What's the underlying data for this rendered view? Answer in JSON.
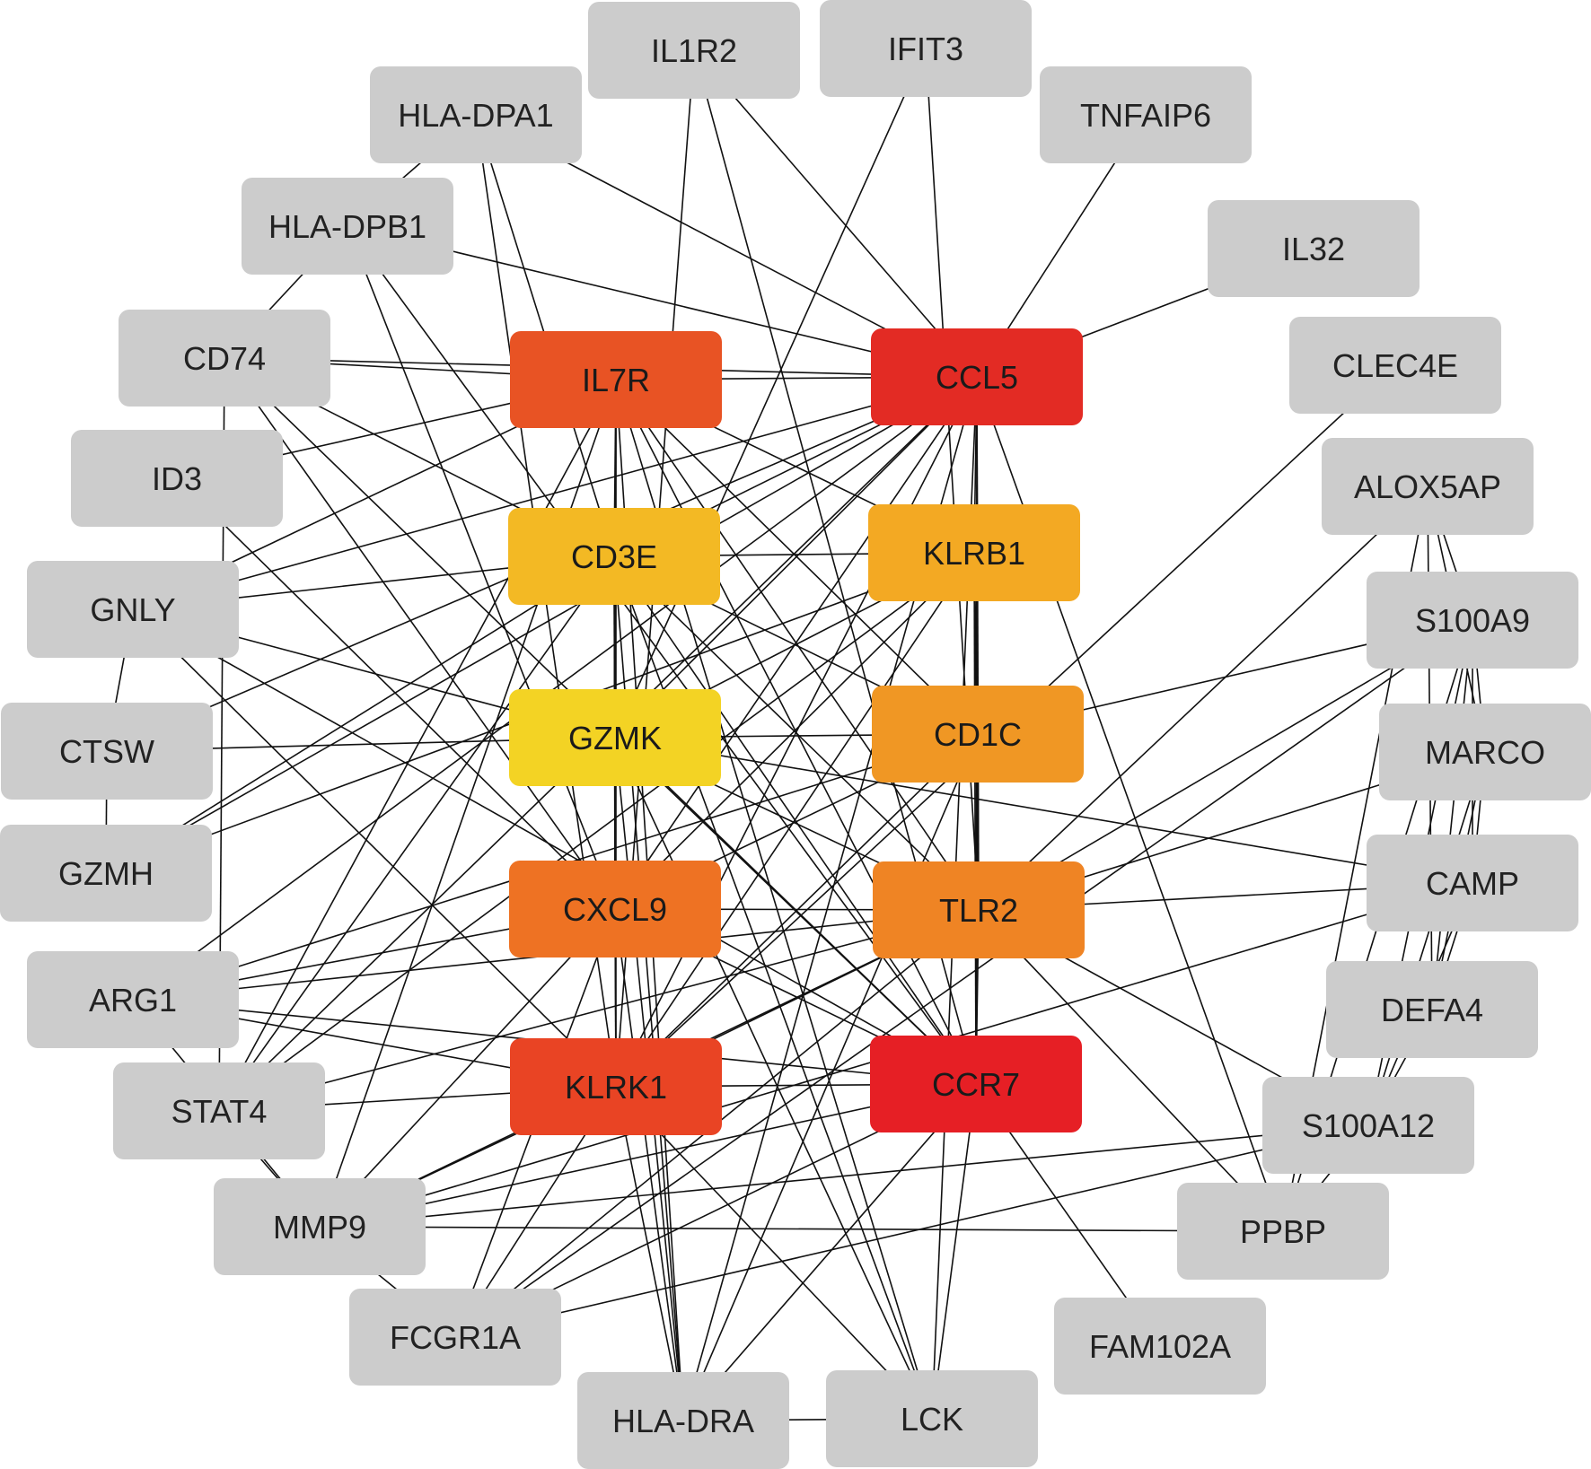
{
  "diagram": {
    "hub_nodes": [
      {
        "id": "IL7R",
        "label": "IL7R",
        "color": "#e85324"
      },
      {
        "id": "CCL5",
        "label": "CCL5",
        "color": "#e32b24"
      },
      {
        "id": "CD3E",
        "label": "CD3E",
        "color": "#f3b924"
      },
      {
        "id": "KLRB1",
        "label": "KLRB1",
        "color": "#f3a923"
      },
      {
        "id": "GZMK",
        "label": "GZMK",
        "color": "#f3d324"
      },
      {
        "id": "CD1C",
        "label": "CD1C",
        "color": "#f09724"
      },
      {
        "id": "CXCL9",
        "label": "CXCL9",
        "color": "#ee7223"
      },
      {
        "id": "TLR2",
        "label": "TLR2",
        "color": "#ef8424"
      },
      {
        "id": "KLRK1",
        "label": "KLRK1",
        "color": "#e94424"
      },
      {
        "id": "CCR7",
        "label": "CCR7",
        "color": "#e61f25"
      }
    ],
    "ring_nodes": [
      {
        "id": "IL1R2",
        "label": "IL1R2"
      },
      {
        "id": "IFIT3",
        "label": "IFIT3"
      },
      {
        "id": "TNFAIP6",
        "label": "TNFAIP6"
      },
      {
        "id": "IL32",
        "label": "IL32"
      },
      {
        "id": "CLEC4E",
        "label": "CLEC4E"
      },
      {
        "id": "ALOX5AP",
        "label": "ALOX5AP"
      },
      {
        "id": "S100A9",
        "label": "S100A9"
      },
      {
        "id": "MARCO",
        "label": "MARCO"
      },
      {
        "id": "CAMP",
        "label": "CAMP"
      },
      {
        "id": "DEFA4",
        "label": "DEFA4"
      },
      {
        "id": "S100A12",
        "label": "S100A12"
      },
      {
        "id": "PPBP",
        "label": "PPBP"
      },
      {
        "id": "FAM102A",
        "label": "FAM102A"
      },
      {
        "id": "LCK",
        "label": "LCK"
      },
      {
        "id": "HLA-DRA",
        "label": "HLA-DRA"
      },
      {
        "id": "FCGR1A",
        "label": "FCGR1A"
      },
      {
        "id": "MMP9",
        "label": "MMP9"
      },
      {
        "id": "STAT4",
        "label": "STAT4"
      },
      {
        "id": "ARG1",
        "label": "ARG1"
      },
      {
        "id": "GZMH",
        "label": "GZMH"
      },
      {
        "id": "CTSW",
        "label": "CTSW"
      },
      {
        "id": "GNLY",
        "label": "GNLY"
      },
      {
        "id": "ID3",
        "label": "ID3"
      },
      {
        "id": "CD74",
        "label": "CD74"
      },
      {
        "id": "HLA-DPB1",
        "label": "HLA-DPB1"
      },
      {
        "id": "HLA-DPA1",
        "label": "HLA-DPA1"
      }
    ],
    "ring_color": "#cccccc",
    "edge_color": "#111111",
    "edges": [
      [
        "IL7R",
        "CCL5"
      ],
      [
        "IL7R",
        "CD3E"
      ],
      [
        "IL7R",
        "GZMK"
      ],
      [
        "IL7R",
        "CXCL9"
      ],
      [
        "IL7R",
        "KLRK1"
      ],
      [
        "IL7R",
        "CCR7"
      ],
      [
        "IL7R",
        "TLR2"
      ],
      [
        "IL7R",
        "CD1C"
      ],
      [
        "IL7R",
        "KLRB1"
      ],
      [
        "IL7R",
        "CD74"
      ],
      [
        "IL7R",
        "ID3"
      ],
      [
        "IL7R",
        "HLA-DRA"
      ],
      [
        "IL7R",
        "LCK"
      ],
      [
        "IL7R",
        "MMP9"
      ],
      [
        "IL7R",
        "STAT4"
      ],
      [
        "IL7R",
        "GNLY"
      ],
      [
        "CCL5",
        "CD3E"
      ],
      [
        "CCL5",
        "GZMK"
      ],
      [
        "CCL5",
        "CXCL9"
      ],
      [
        "CCL5",
        "KLRK1"
      ],
      [
        "CCL5",
        "CCR7"
      ],
      [
        "CCL5",
        "TLR2"
      ],
      [
        "CCL5",
        "KLRB1"
      ],
      [
        "CCL5",
        "CD1C"
      ],
      [
        "CCL5",
        "IL32"
      ],
      [
        "CCL5",
        "TNFAIP6"
      ],
      [
        "CCL5",
        "IL1R2"
      ],
      [
        "CCL5",
        "CD74"
      ],
      [
        "CCL5",
        "HLA-DPB1"
      ],
      [
        "CCL5",
        "HLA-DPA1"
      ],
      [
        "CCL5",
        "GZMH"
      ],
      [
        "CCL5",
        "CTSW"
      ],
      [
        "CCL5",
        "STAT4"
      ],
      [
        "CCL5",
        "ARG1"
      ],
      [
        "CCL5",
        "LCK"
      ],
      [
        "CCL5",
        "PPBP"
      ],
      [
        "CCL5",
        "HLA-DRA"
      ],
      [
        "CCL5",
        "GNLY"
      ],
      [
        "CD3E",
        "GZMK"
      ],
      [
        "CD3E",
        "KLRB1"
      ],
      [
        "CD3E",
        "CD1C"
      ],
      [
        "CD3E",
        "CXCL9"
      ],
      [
        "CD3E",
        "KLRK1"
      ],
      [
        "CD3E",
        "CCR7"
      ],
      [
        "CD3E",
        "TLR2"
      ],
      [
        "CD3E",
        "CD74"
      ],
      [
        "CD3E",
        "GNLY"
      ],
      [
        "CD3E",
        "LCK"
      ],
      [
        "CD3E",
        "HLA-DRA"
      ],
      [
        "CD3E",
        "HLA-DPA1"
      ],
      [
        "CD3E",
        "GZMH"
      ],
      [
        "CD3E",
        "STAT4"
      ],
      [
        "GZMK",
        "CXCL9"
      ],
      [
        "GZMK",
        "KLRK1"
      ],
      [
        "GZMK",
        "CCR7"
      ],
      [
        "GZMK",
        "KLRB1"
      ],
      [
        "GZMK",
        "CD1C"
      ],
      [
        "GZMK",
        "TLR2"
      ],
      [
        "GZMK",
        "CTSW"
      ],
      [
        "GZMK",
        "GNLY"
      ],
      [
        "GZMK",
        "LCK"
      ],
      [
        "GZMK",
        "HLA-DRA"
      ],
      [
        "GZMK",
        "IFIT3"
      ],
      [
        "GZMK",
        "CAMP"
      ],
      [
        "KLRB1",
        "CD1C"
      ],
      [
        "KLRB1",
        "TLR2"
      ],
      [
        "KLRB1",
        "CCR7"
      ],
      [
        "KLRB1",
        "KLRK1"
      ],
      [
        "KLRB1",
        "CXCL9"
      ],
      [
        "KLRB1",
        "STAT4"
      ],
      [
        "KLRB1",
        "GZMH"
      ],
      [
        "CD1C",
        "TLR2"
      ],
      [
        "CD1C",
        "CCR7"
      ],
      [
        "CD1C",
        "KLRK1"
      ],
      [
        "CD1C",
        "CXCL9"
      ],
      [
        "CD1C",
        "S100A9"
      ],
      [
        "CD1C",
        "ARG1"
      ],
      [
        "CD1C",
        "HLA-DRA"
      ],
      [
        "CXCL9",
        "TLR2"
      ],
      [
        "CXCL9",
        "KLRK1"
      ],
      [
        "CXCL9",
        "CCR7"
      ],
      [
        "CXCL9",
        "ARG1"
      ],
      [
        "CXCL9",
        "MMP9"
      ],
      [
        "CXCL9",
        "FCGR1A"
      ],
      [
        "CXCL9",
        "HLA-DRA"
      ],
      [
        "CXCL9",
        "ID3"
      ],
      [
        "CXCL9",
        "CD74"
      ],
      [
        "CXCL9",
        "HLA-DPB1"
      ],
      [
        "TLR2",
        "CCR7"
      ],
      [
        "TLR2",
        "KLRK1"
      ],
      [
        "TLR2",
        "CAMP"
      ],
      [
        "TLR2",
        "S100A12"
      ],
      [
        "TLR2",
        "S100A9"
      ],
      [
        "TLR2",
        "MARCO"
      ],
      [
        "TLR2",
        "ALOX5AP"
      ],
      [
        "TLR2",
        "PPBP"
      ],
      [
        "TLR2",
        "MMP9"
      ],
      [
        "TLR2",
        "FCGR1A"
      ],
      [
        "TLR2",
        "STAT4"
      ],
      [
        "TLR2",
        "IFIT3"
      ],
      [
        "TLR2",
        "ARG1"
      ],
      [
        "KLRK1",
        "CCR7"
      ],
      [
        "KLRK1",
        "HLA-DRA"
      ],
      [
        "KLRK1",
        "LCK"
      ],
      [
        "KLRK1",
        "MMP9"
      ],
      [
        "KLRK1",
        "FCGR1A"
      ],
      [
        "KLRK1",
        "STAT4"
      ],
      [
        "KLRK1",
        "ARG1"
      ],
      [
        "KLRK1",
        "GNLY"
      ],
      [
        "KLRK1",
        "IL1R2"
      ],
      [
        "KLRK1",
        "HLA-DPA1"
      ],
      [
        "KLRK1",
        "CLEC4E"
      ],
      [
        "CCR7",
        "LCK"
      ],
      [
        "CCR7",
        "FAM102A"
      ],
      [
        "CCR7",
        "HLA-DRA"
      ],
      [
        "CCR7",
        "FCGR1A"
      ],
      [
        "CCR7",
        "MMP9"
      ],
      [
        "CCR7",
        "ARG1"
      ],
      [
        "CCR7",
        "GNLY"
      ],
      [
        "CCR7",
        "CD74"
      ],
      [
        "CCR7",
        "HLA-DPB1"
      ],
      [
        "CCR7",
        "IL1R2"
      ],
      [
        "HLA-DRA",
        "LCK"
      ],
      [
        "HLA-DPA1",
        "HLA-DPB1"
      ],
      [
        "HLA-DPB1",
        "CD74"
      ],
      [
        "CD74",
        "STAT4"
      ],
      [
        "GNLY",
        "CTSW"
      ],
      [
        "CTSW",
        "GZMH"
      ],
      [
        "ARG1",
        "MMP9"
      ],
      [
        "STAT4",
        "MMP9"
      ],
      [
        "MMP9",
        "FCGR1A"
      ],
      [
        "MMP9",
        "PPBP"
      ],
      [
        "MMP9",
        "S100A12"
      ],
      [
        "MMP9",
        "CAMP"
      ],
      [
        "FCGR1A",
        "S100A12"
      ],
      [
        "FCGR1A",
        "S100A9"
      ],
      [
        "ALOX5AP",
        "S100A9"
      ],
      [
        "ALOX5AP",
        "MARCO"
      ],
      [
        "S100A9",
        "MARCO"
      ],
      [
        "S100A9",
        "CAMP"
      ],
      [
        "S100A9",
        "DEFA4"
      ],
      [
        "S100A9",
        "S100A12"
      ],
      [
        "MARCO",
        "CAMP"
      ],
      [
        "MARCO",
        "DEFA4"
      ],
      [
        "CAMP",
        "DEFA4"
      ],
      [
        "CAMP",
        "S100A12"
      ],
      [
        "DEFA4",
        "S100A12"
      ],
      [
        "S100A12",
        "PPBP"
      ],
      [
        "ALOX5AP",
        "PPBP"
      ],
      [
        "S100A9",
        "PPBP"
      ],
      [
        "MARCO",
        "S100A12"
      ],
      [
        "ALOX5AP",
        "DEFA4"
      ]
    ]
  }
}
